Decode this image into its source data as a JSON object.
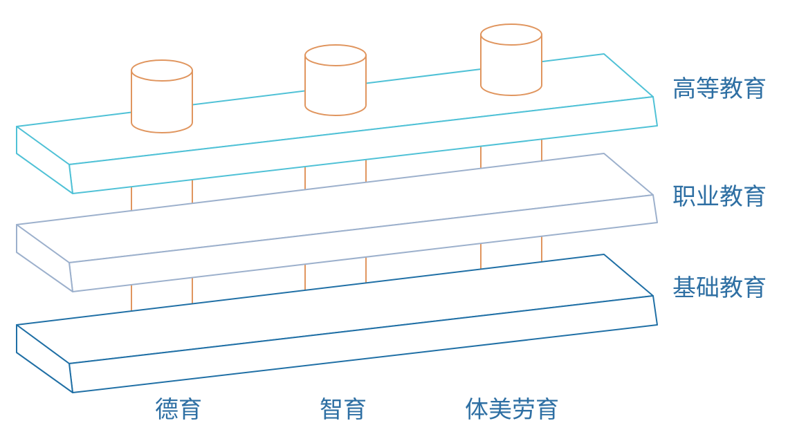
{
  "levels": [
    {
      "label": "基础教育",
      "color": "#1f6fa5"
    },
    {
      "label": "职业教育",
      "color": "#9cb0cc"
    },
    {
      "label": "高等教育",
      "color": "#4fc1d6"
    }
  ],
  "pillars": [
    {
      "label": "德育"
    },
    {
      "label": "智育"
    },
    {
      "label": "体美劳育"
    }
  ],
  "colors": {
    "pillar": "#e0955e",
    "text": "#2e6fa3"
  }
}
